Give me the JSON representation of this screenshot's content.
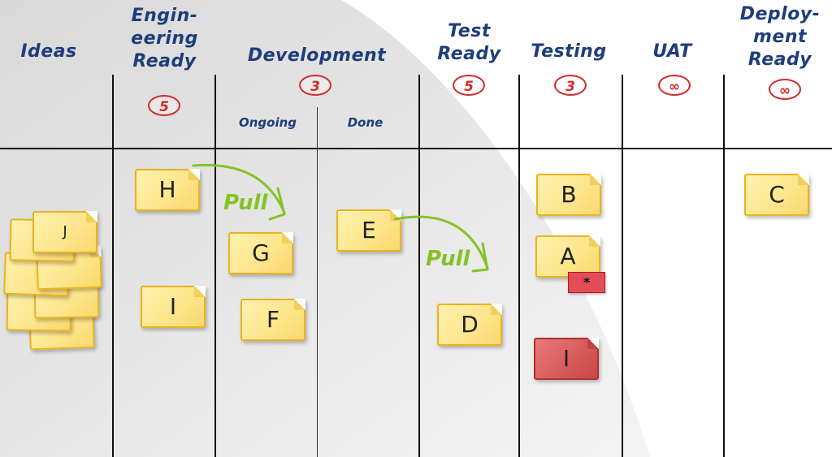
{
  "columns": {
    "ideas": {
      "title": "Ideas"
    },
    "engineering_ready": {
      "title_lines": [
        "Engin-",
        "eering",
        "Ready"
      ],
      "wip": "5"
    },
    "development": {
      "title": "Development",
      "wip": "3",
      "sub_ongoing": "Ongoing",
      "sub_done": "Done"
    },
    "test_ready": {
      "title_lines": [
        "Test",
        "Ready"
      ],
      "wip": "5"
    },
    "testing": {
      "title": "Testing",
      "wip": "3"
    },
    "uat": {
      "title": "UAT",
      "wip": "∞"
    },
    "deployment_ready": {
      "title_lines": [
        "Deploy-",
        "ment",
        "Ready"
      ],
      "wip": "∞"
    }
  },
  "cards": {
    "ideas_stack": [
      "",
      "",
      "",
      "",
      "",
      "J"
    ],
    "engineering_ready": [
      "H",
      "I"
    ],
    "dev_ongoing": [
      "G",
      "F"
    ],
    "dev_done": [
      "E"
    ],
    "test_ready": [
      "D"
    ],
    "testing": [
      "B",
      "A",
      "I"
    ],
    "deployment_ready": [
      "C"
    ]
  },
  "blocker_mark": "*",
  "pull_labels": [
    "Pull",
    "Pull"
  ],
  "colors": {
    "header_text": "#1e3d7a",
    "wip_circle": "#d42a2a",
    "pull_arrow": "#86c226",
    "sticky_yellow": "#fde58a",
    "sticky_red": "#d65a5a"
  }
}
